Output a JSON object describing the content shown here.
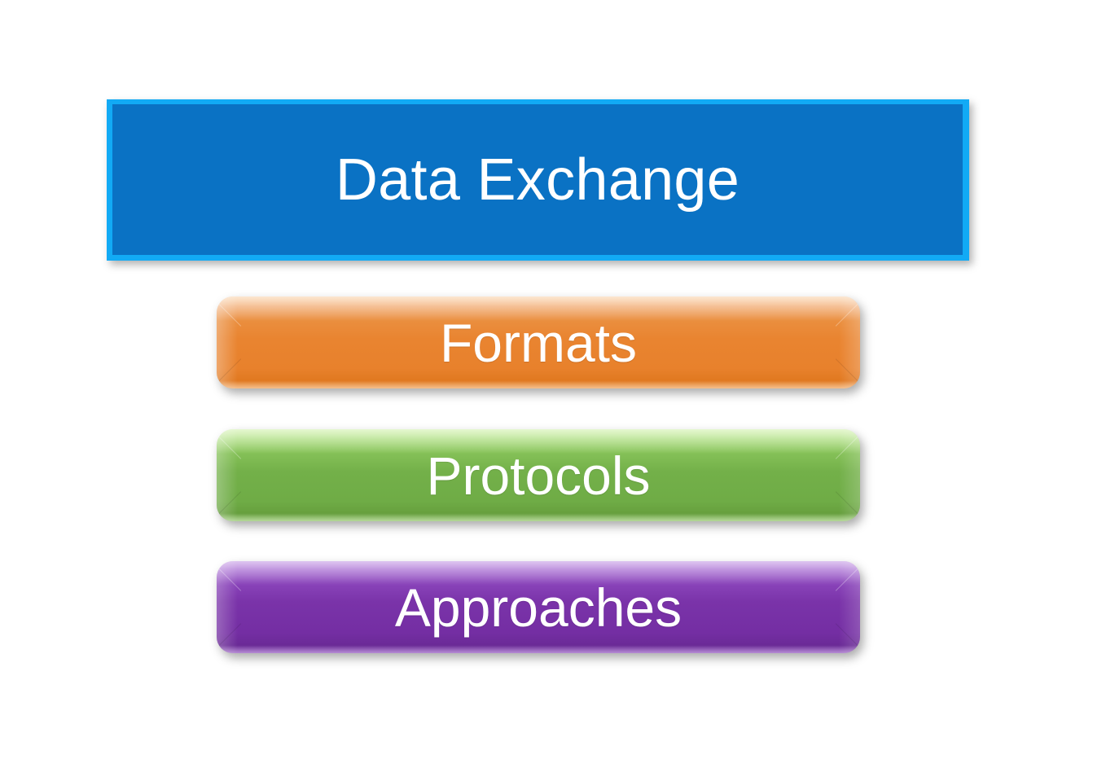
{
  "diagram": {
    "title": "Data Exchange",
    "background_color": "#FFFFFF",
    "header": {
      "label": "Data Exchange",
      "fill_color": "#0A72C4",
      "border_color": "#12AAF5",
      "text_color": "#FFFFFF",
      "shape": "rectangle"
    },
    "items": [
      {
        "label": "Formats",
        "fill_color": "#E9862F",
        "highlight_color": "#F8C896",
        "text_color": "#FFFFFF",
        "shape": "rounded-bevel-bar"
      },
      {
        "label": "Protocols",
        "fill_color": "#70AE47",
        "highlight_color": "#CCF0A0",
        "text_color": "#FFFFFF",
        "shape": "rounded-bevel-bar"
      },
      {
        "label": "Approaches",
        "fill_color": "#752FA5",
        "highlight_color": "#C394E4",
        "text_color": "#FFFFFF",
        "shape": "rounded-bevel-bar"
      }
    ]
  }
}
